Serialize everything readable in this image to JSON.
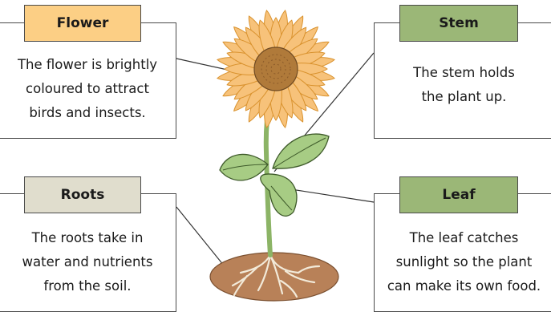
{
  "labels": {
    "flower": {
      "title": "Flower",
      "description": "The flower is brightly\ncoloured to attract\nbirds and insects.",
      "color": "#fccf85"
    },
    "stem": {
      "title": "Stem",
      "description": "The stem holds\nthe plant up.",
      "color": "#9bb777"
    },
    "roots": {
      "title": "Roots",
      "description": "The roots take in\nwater and nutrients\nfrom the soil.",
      "color": "#e0ddcd"
    },
    "leaf": {
      "title": "Leaf",
      "description": "The leaf catches\nsunlight so the plant\ncan make its own food.",
      "color": "#9bb777"
    }
  },
  "art": {
    "petal_color": "#f7c27a",
    "petal_edge": "#d9922e",
    "center_color": "#b07a3a",
    "stem_color": "#8cb466",
    "leaf_color": "#a7cc84",
    "soil_color": "#b88158",
    "root_color": "#f2ead9"
  }
}
